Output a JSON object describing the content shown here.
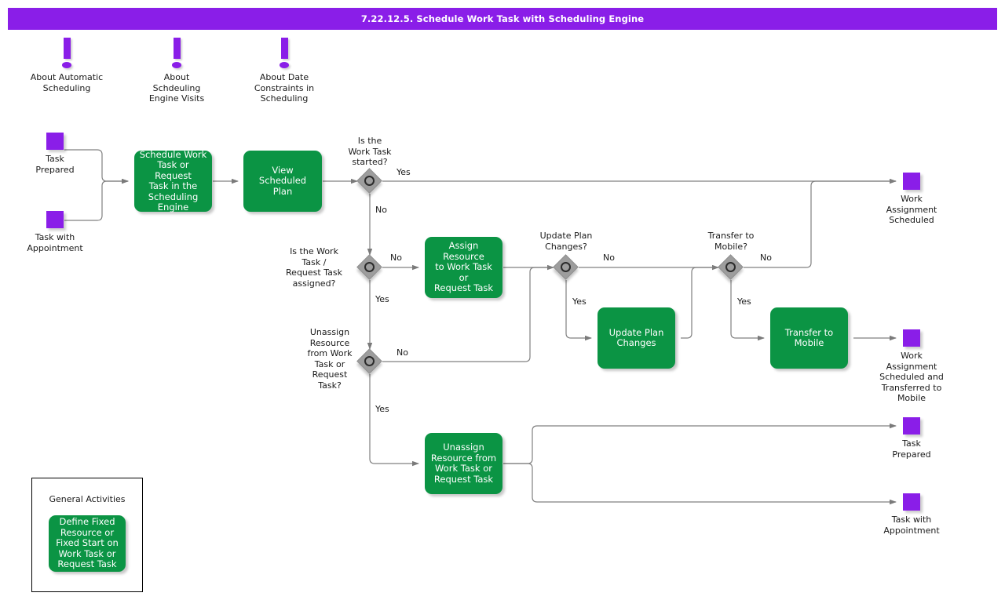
{
  "header": {
    "title": "7.22.12.5. Schedule Work Task with Scheduling Engine",
    "bg_color": "#8A1EE8",
    "text_color": "#ffffff"
  },
  "colors": {
    "activity_green": "#0B9444",
    "event_purple": "#8A1EE8",
    "gateway_gray": "#9D9D9D",
    "connector_gray": "#808080",
    "page_background": "#ffffff"
  },
  "notes": [
    {
      "id": "note-automatic-scheduling",
      "icon": "exclamation-icon",
      "label": "About Automatic\nScheduling"
    },
    {
      "id": "note-scheduling-engine-visits",
      "icon": "exclamation-icon",
      "label": "About\nSchdeuling\nEngine Visits"
    },
    {
      "id": "note-date-constraints",
      "icon": "exclamation-icon",
      "label": "About Date\nConstraints in\nScheduling"
    }
  ],
  "start_events": [
    {
      "id": "start-task-prepared",
      "label": "Task\nPrepared"
    },
    {
      "id": "start-task-with-appointment",
      "label": "Task with\nAppointment"
    }
  ],
  "activities": [
    {
      "id": "activity-schedule-work-task",
      "label": "Schedule Work\nTask or Request\nTask in the\nScheduling\nEngine"
    },
    {
      "id": "activity-view-scheduled-plan",
      "label": "View\nScheduled\nPlan"
    },
    {
      "id": "activity-assign-resource",
      "label": "Assign Resource\nto Work Task or\nRequest Task"
    },
    {
      "id": "activity-update-plan-changes",
      "label": "Update Plan\nChanges"
    },
    {
      "id": "activity-transfer-to-mobile",
      "label": "Transfer to\nMobile"
    },
    {
      "id": "activity-unassign-resource",
      "label": "Unassign\nResource from\nWork Task or\nRequest Task"
    }
  ],
  "gateways": [
    {
      "id": "gateway-work-task-started",
      "question": "Is the\nWork Task\nstarted?"
    },
    {
      "id": "gateway-task-assigned",
      "question": "Is the Work\nTask /\nRequest Task\nassigned?"
    },
    {
      "id": "gateway-update-plan-changes",
      "question": "Update Plan\nChanges?"
    },
    {
      "id": "gateway-transfer-to-mobile",
      "question": "Transfer to\nMobile?"
    },
    {
      "id": "gateway-unassign-resource",
      "question": "Unassign\nResource\nfrom Work\nTask or\nRequest\nTask?"
    }
  ],
  "edge_labels": {
    "started_yes": "Yes",
    "started_no": "No",
    "assigned_no": "No",
    "assigned_yes": "Yes",
    "update_no": "No",
    "update_yes": "Yes",
    "transfer_no": "No",
    "transfer_yes": "Yes",
    "unassign_no": "No",
    "unassign_yes": "Yes"
  },
  "end_events": [
    {
      "id": "end-work-assignment-scheduled",
      "label": "Work\nAssignment\nScheduled"
    },
    {
      "id": "end-work-assignment-transferred",
      "label": "Work\nAssignment\nScheduled and\nTransferred to\nMobile"
    },
    {
      "id": "end-task-prepared",
      "label": "Task\nPrepared"
    },
    {
      "id": "end-task-with-appointment",
      "label": "Task with\nAppointment"
    }
  ],
  "general_activities_panel": {
    "title": "General Activities",
    "activity": {
      "id": "activity-define-fixed-resource",
      "label": "Define Fixed\nResource or\nFixed Start on\nWork Task or\nRequest Task"
    }
  }
}
